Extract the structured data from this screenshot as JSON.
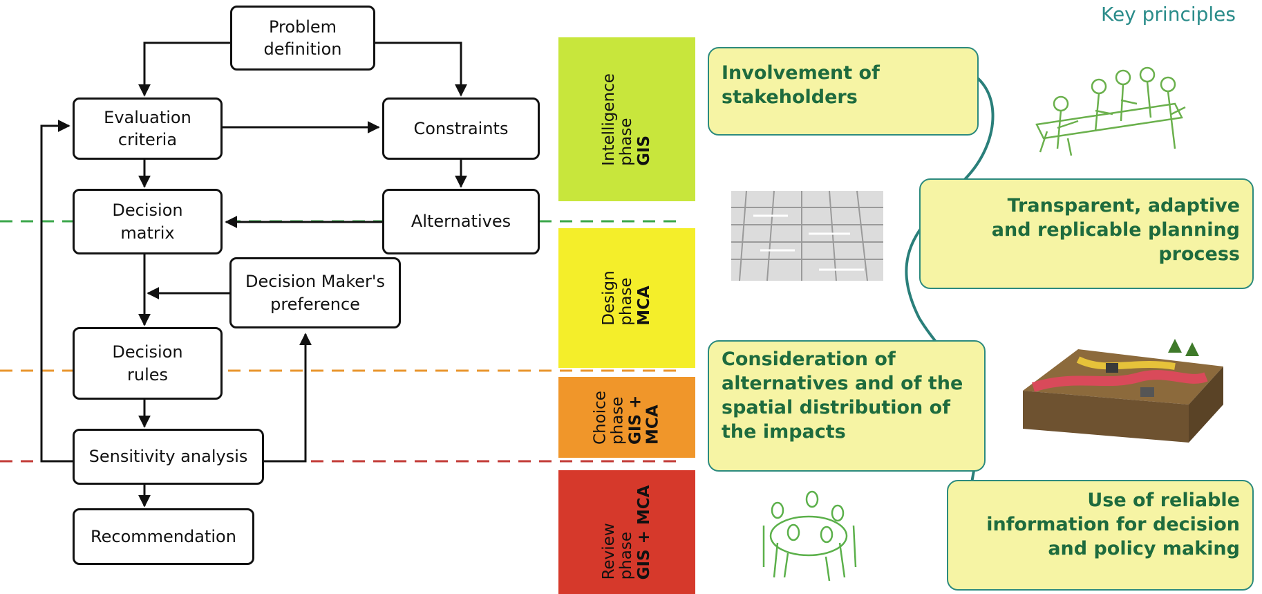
{
  "flowchart": {
    "problem_definition": "Problem\ndefinition",
    "evaluation_criteria": "Evaluation\ncriteria",
    "constraints": "Constraints",
    "decision_matrix": "Decision\nmatrix",
    "alternatives": "Alternatives",
    "dm_preference": "Decision Maker's\npreference",
    "decision_rules": "Decision\nrules",
    "sensitivity_analysis": "Sensitivity analysis",
    "recommendation": "Recommendation"
  },
  "phases": [
    {
      "name": "Intelligence\nphase",
      "tool": "GIS",
      "color": "#c8e63c"
    },
    {
      "name": "Design\nphase",
      "tool": "MCA",
      "color": "#f4ee2a"
    },
    {
      "name": "Choice\nphase",
      "tool": "GIS +\nMCA",
      "color": "#f0962a"
    },
    {
      "name": "Review\nphase",
      "tool": "GIS + MCA",
      "color": "#d6392b"
    }
  ],
  "key_principles": {
    "title": "Key principles",
    "items": [
      "Involvement of\nstakeholders",
      "Transparent, adaptive\nand replicable planning\nprocess",
      "Consideration of\nalternatives and of the\nspatial distribution of\nthe impacts",
      "Use of reliable\ninformation for decision\nand policy making"
    ]
  },
  "colors": {
    "separator_intelligence": "#3aa64a",
    "separator_design": "#e8952e",
    "separator_choice": "#c23a36",
    "principle_fill": "#f6f4a4",
    "principle_border": "#2c8a7e",
    "principle_text": "#1e6b3e",
    "connector": "#2a7f7a"
  },
  "illustrations": [
    "people-meeting-sketch",
    "maze-image",
    "3d-terrain-map",
    "round-table-sketch"
  ]
}
